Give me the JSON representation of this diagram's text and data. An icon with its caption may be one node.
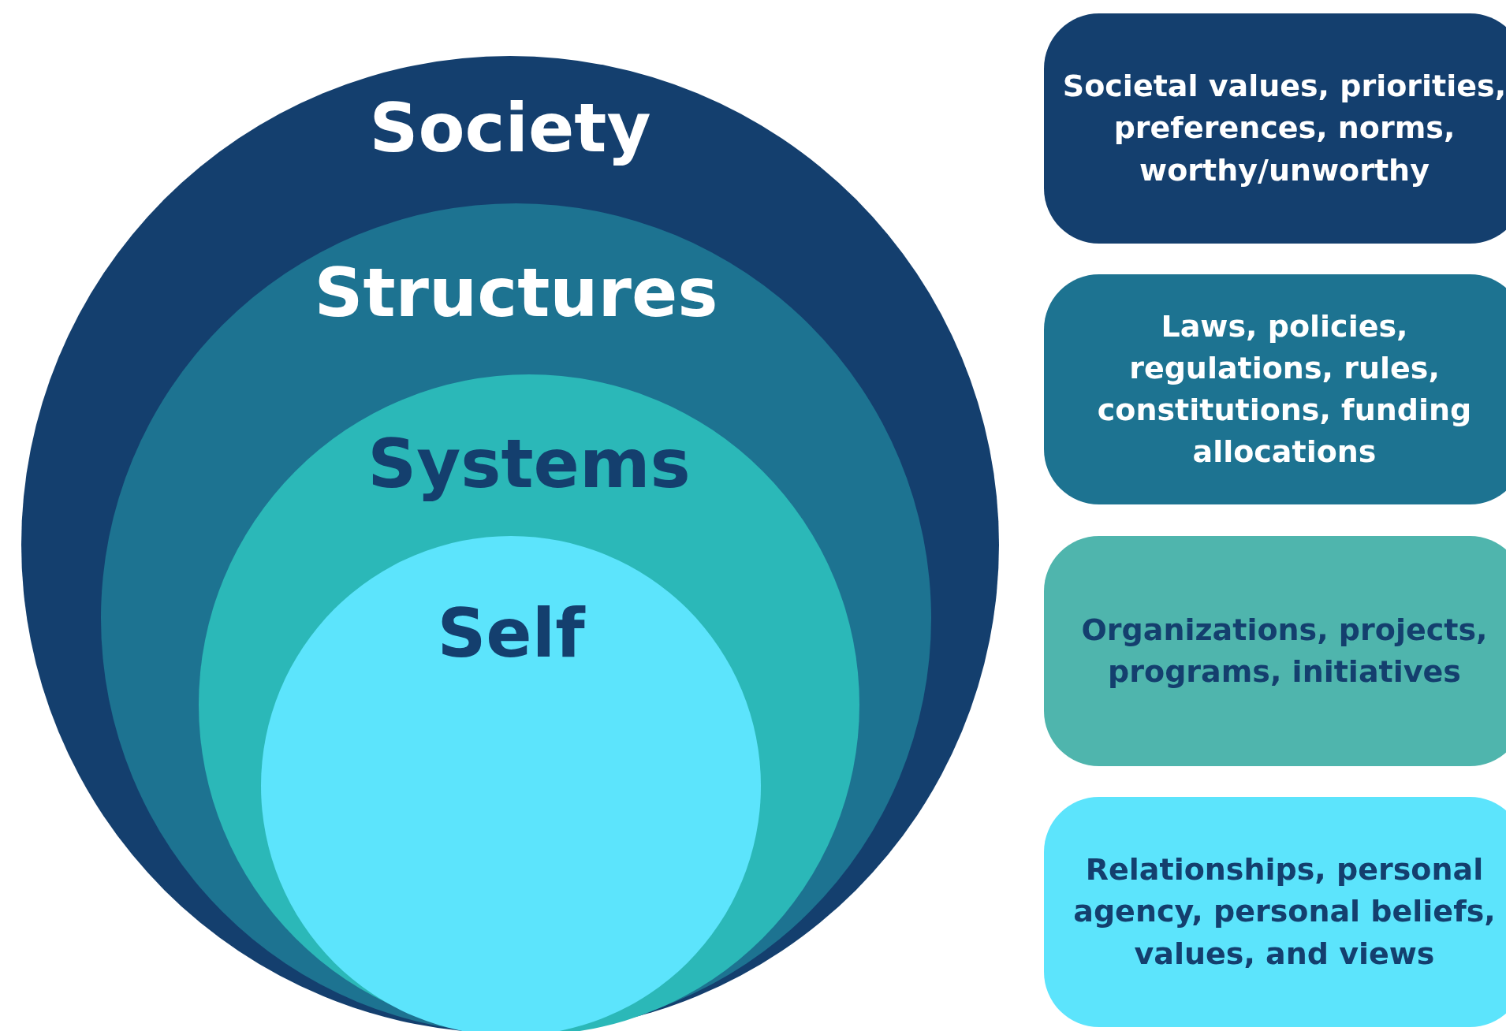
{
  "diagram": {
    "nodes": [
      {
        "text": [
          "Society"
        ]
      },
      {
        "text": [
          "Structures"
        ],
        "in": 0
      },
      {
        "text": [
          "Systems"
        ],
        "in": 1
      },
      {
        "text": [
          "Self"
        ],
        "in": 2
      },
      {
        "text": [
          "Societal values, priorities, preferences, norms, worthy/unworthy"
        ]
      },
      {
        "text": [
          "Laws, policies, regulations, rules, constitutions, funding allocations"
        ]
      },
      {
        "text": [
          "Organizations, projects, programs, initiatives"
        ]
      },
      {
        "text": [
          "Relationships, personal agency, personal beliefs, values, and views"
        ]
      }
    ]
  }
}
